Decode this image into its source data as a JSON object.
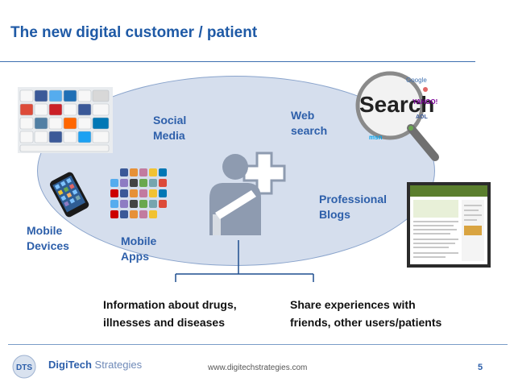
{
  "slide": {
    "title": "The new digital customer / patient",
    "page_number": "5",
    "footer_url": "www.digitechstrategies.com"
  },
  "logo": {
    "initials": "DTS",
    "name_bold": "DigiTech",
    "name_light": " Strategies"
  },
  "diagram": {
    "labels": {
      "social_media_line1": "Social",
      "social_media_line2": "Media",
      "web_search_line1": "Web",
      "web_search_line2": "search",
      "professional_blogs_line1": "Professional",
      "professional_blogs_line2": "Blogs",
      "mobile_devices_line1": "Mobile",
      "mobile_devices_line2": "Devices",
      "mobile_apps_line1": "Mobile",
      "mobile_apps_line2": "Apps"
    },
    "outputs": {
      "left_line1": "Information about drugs,",
      "left_line2": "illnesses and diseases",
      "right_line1": "Share experiences with",
      "right_line2": "friends,  other users/patients"
    },
    "search_graphic": {
      "word": "Search",
      "brands": [
        "Google",
        "YAHOO!",
        "msn",
        "AOL"
      ]
    },
    "colors": {
      "title": "#1f5aa6",
      "labels": "#2d5faa",
      "ellipse_fill": "#d5deed",
      "ellipse_stroke": "#8aa4cc",
      "patient_icon": "#8e9bb0"
    }
  }
}
